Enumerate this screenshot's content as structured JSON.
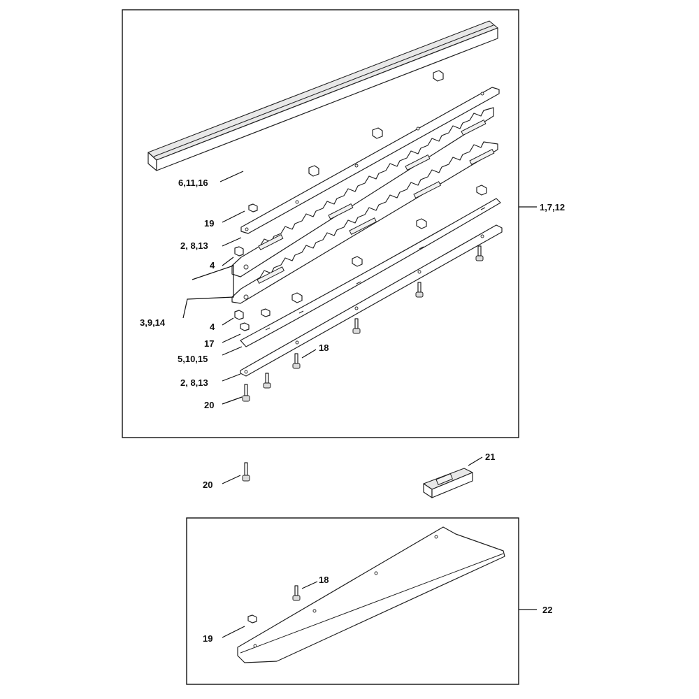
{
  "callouts": {
    "c_6_11_16": "6,11,16",
    "c_19_top": "19",
    "c_2_8_13_top": "2, 8,13",
    "c_4_top": "4",
    "c_3_9_14": "3,9,14",
    "c_4_bottom": "4",
    "c_17": "17",
    "c_5_10_15": "5,10,15",
    "c_18_top": "18",
    "c_2_8_13_bottom": "2, 8,13",
    "c_20_top": "20",
    "c_1_7_12": "1,7,12",
    "c_20_mid": "20",
    "c_21": "21",
    "c_18_bottom": "18",
    "c_19_bottom": "19",
    "c_22": "22"
  }
}
